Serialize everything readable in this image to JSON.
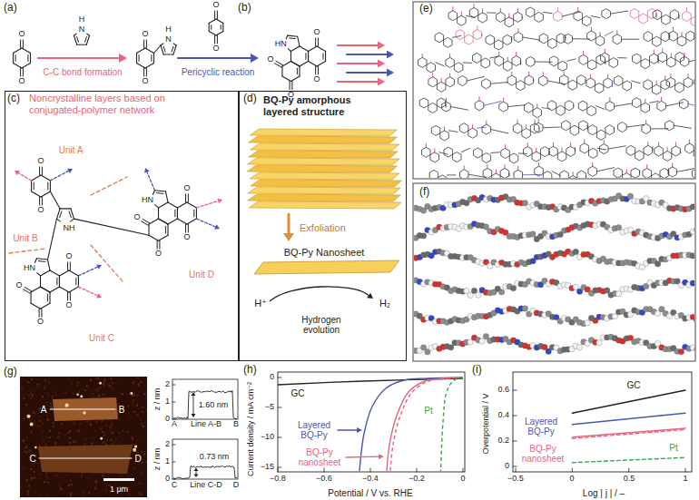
{
  "diagram": {
    "nodes": [
      {
        "text": [
          "Noncrystalline layers based on conjugated-polymer network"
        ]
      },
      {
        "text": [
          "BQ-Py amorphous layered structure"
        ]
      }
    ],
    "labels": [
      "(a)",
      "O",
      "O",
      "H",
      "N",
      "O",
      "O",
      "H",
      "N",
      "O",
      "O",
      "C-C bond formation",
      "Pericyclic reaction",
      "(b)",
      "HN",
      "O",
      "O",
      "O",
      "O",
      "(c)",
      "Unit A",
      "Unit B",
      "Unit C",
      "Unit D",
      "O",
      "O",
      "NH",
      "HN",
      "O",
      "O",
      "O",
      "O",
      "HN",
      "O",
      "O",
      "O",
      "O",
      "(d)",
      "Exfoliation",
      "BQ-Py Nanosheet",
      "H⁺",
      "Hydrogen evolution",
      "H₂",
      "(e)",
      "(f)",
      "(g)",
      "A",
      "B",
      "C",
      "D",
      "1 μm",
      "z / nm",
      "2",
      "1",
      "0",
      "1.60 nm",
      "A",
      "Line A-B",
      "B",
      "z / nm",
      "2",
      "1",
      "0",
      "0.73 nm",
      "C",
      "Line C-D",
      "D",
      "(h)",
      "GC",
      "Layered BQ-Py",
      "BQ-Py nanosheet",
      "Pt",
      "Current density / mA cm⁻²",
      "Potential / V vs. RHE",
      "−0.8",
      "−0.6",
      "−0.4",
      "−0.2",
      "0",
      "0",
      "−5",
      "−10",
      "−15",
      "(i)",
      "GC",
      "Layered BQ-Py",
      "BQ-Py nanosheet",
      "Pt",
      "Overpotential / V",
      "Log | j | / –",
      "−0.5",
      "0",
      "0.5",
      "1",
      "0",
      "0.2",
      "0.4",
      "0.6"
    ]
  }
}
